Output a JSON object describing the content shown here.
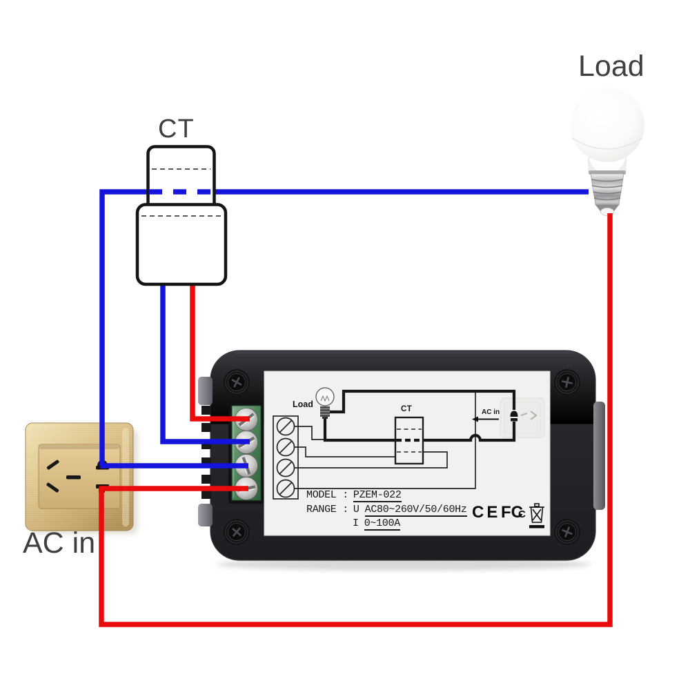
{
  "annotations": {
    "ct": "CT",
    "load": "Load",
    "ac_in": "AC in"
  },
  "meter_label": {
    "diagram": {
      "load": "Load",
      "ct": "CT",
      "ac_in": "AC in"
    },
    "model_key": "MODEL :",
    "model_value": "PZEM-022",
    "range_key": "RANGE :",
    "voltage_symbol": "U",
    "voltage_range": "AC80~260V/50/60Hz",
    "current_symbol": "I",
    "current_range": "0~100A",
    "ce_mark": "CE",
    "fcc_mark_main": "FC",
    "fcc_mark_sub": "C"
  },
  "colors": {
    "phase_wire_red": "#ea0c0c",
    "neutral_wire_blue": "#1414dd",
    "socket_gold": "#d9bf87",
    "terminal_block_green": "#3f7a4a",
    "meter_case_dark": "#26252a",
    "annotation_text": "#3f3f3f",
    "label_background": "#f1f1ef"
  },
  "connections": [
    {
      "wire_color": "red",
      "from": "ct-secondary",
      "to": "meter-terminal-1"
    },
    {
      "wire_color": "blue",
      "from": "ct-secondary",
      "to": "meter-terminal-2"
    },
    {
      "wire_color": "blue",
      "from": "ac-socket-pin",
      "to": "meter-terminal-3"
    },
    {
      "wire_color": "red",
      "from": "ac-socket-pin",
      "to": "meter-terminal-4"
    },
    {
      "wire_color": "blue",
      "from": "ac-socket-pin",
      "to": "load-bulb-base",
      "note": "passes through ct aperture"
    },
    {
      "wire_color": "red",
      "from": "ac-socket-pin",
      "to": "load-bulb-tip"
    }
  ],
  "icons": {
    "ct_clamp": "ct-clamp-icon",
    "light_bulb": "light-bulb-icon",
    "wall_socket": "wall-socket-icon",
    "terminal_block": "terminal-block-icon",
    "weee_bin": "weee-crossed-bin-icon",
    "ac_in_arrow": "arrow-left-icon"
  }
}
